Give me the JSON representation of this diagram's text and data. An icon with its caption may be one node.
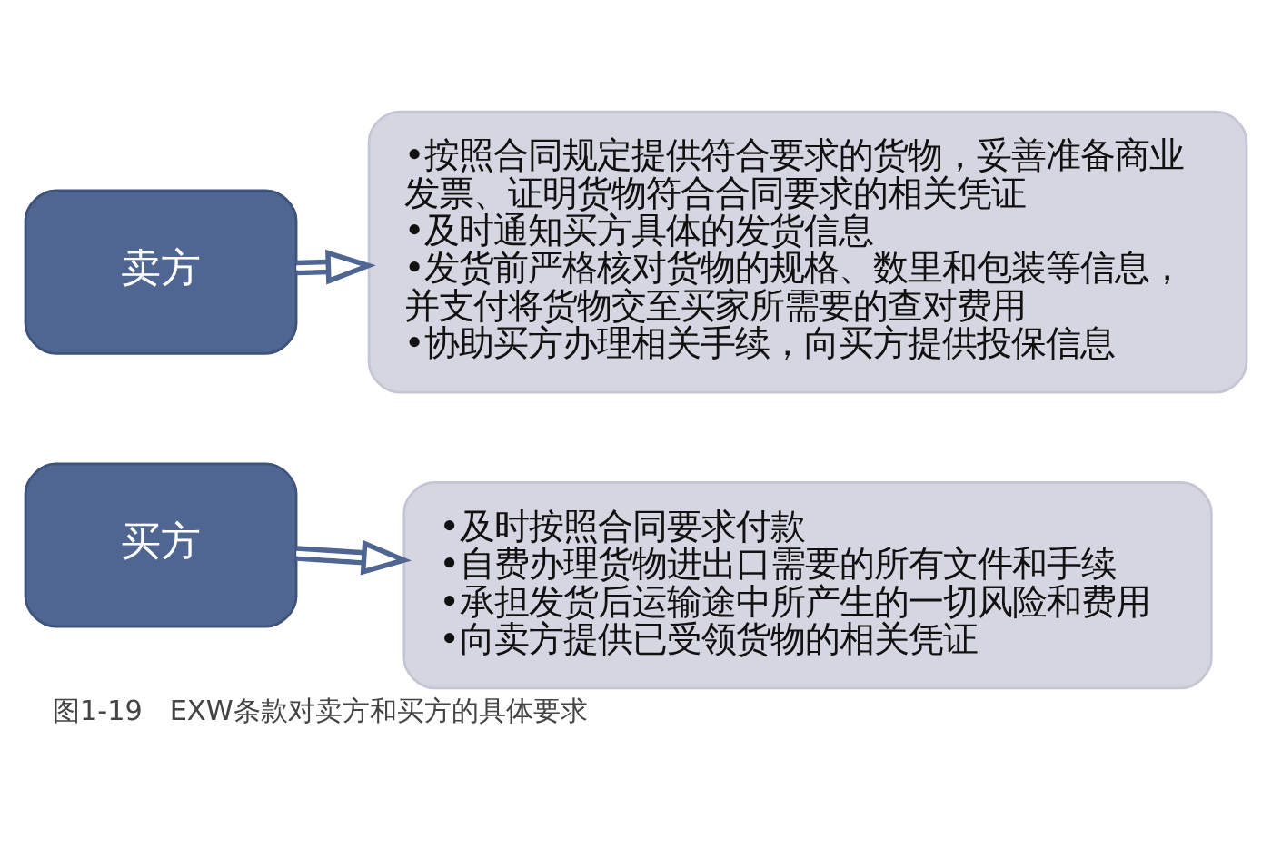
{
  "diagram": {
    "caption": "图1-19　EXW条款对卖方和买方的具体要求",
    "nodes": [
      {
        "text": [
          "卖方"
        ]
      },
      {
        "text": [
          "•按照合同规定提供符合要求的货物，妥善准备商业发票、证明货物符合合同要求的相关凭证",
          "•及时通知买方具体的发货信息",
          "•发货前严格核对货物的规格、数里和包装等信息，并支付将货物交至买家所需要的查对费用",
          "•协助买方办理相关手续，向买方提供投保信息"
        ]
      },
      {
        "text": [
          "买方"
        ]
      },
      {
        "text": [
          "•及时按照合同要求付款",
          "•自费办理货物进出口需要的所有文件和手续",
          "•承担发货后运输途中所产生的一切风险和费用",
          "•向卖方提供已受领货物的相关凭证"
        ]
      }
    ],
    "edges": [
      {
        "from": 0,
        "to": 1,
        "arrow": "to"
      },
      {
        "from": 2,
        "to": 3,
        "arrow": "to"
      }
    ]
  }
}
